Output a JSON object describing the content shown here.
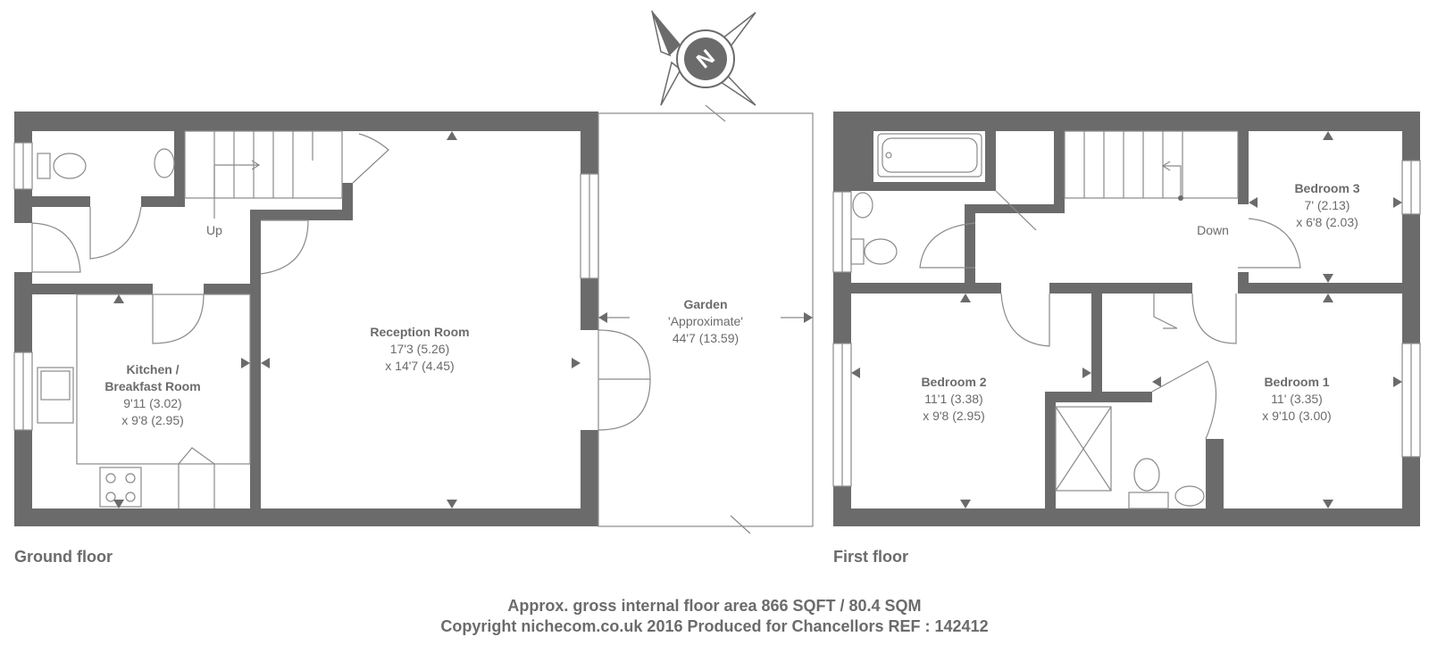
{
  "compass": {
    "letter": "N"
  },
  "ground_floor": {
    "caption": "Ground floor",
    "stairs_label": "Up",
    "rooms": {
      "reception": {
        "name": "Reception Room",
        "dim1": "17'3 (5.26)",
        "dim2": "x 14'7 (4.45)"
      },
      "kitchen": {
        "name1": "Kitchen /",
        "name2": "Breakfast Room",
        "dim1": "9'11 (3.02)",
        "dim2": "x 9'8 (2.95)"
      },
      "garden": {
        "name": "Garden",
        "note": "'Approximate'",
        "dim1": "44'7 (13.59)"
      }
    }
  },
  "first_floor": {
    "caption": "First floor",
    "stairs_label": "Down",
    "rooms": {
      "bedroom3": {
        "name": "Bedroom 3",
        "dim1": "7' (2.13)",
        "dim2": "x 6'8 (2.03)"
      },
      "bedroom2": {
        "name": "Bedroom 2",
        "dim1": "11'1 (3.38)",
        "dim2": "x 9'8 (2.95)"
      },
      "bedroom1": {
        "name": "Bedroom 1",
        "dim1": "11' (3.35)",
        "dim2": "x 9'10 (3.00)"
      }
    }
  },
  "footer": {
    "area": "Approx. gross internal floor area 866 SQFT / 80.4 SQM",
    "copyright": "Copyright nichecom.co.uk 2016 Produced for Chancellors REF : 142412"
  }
}
